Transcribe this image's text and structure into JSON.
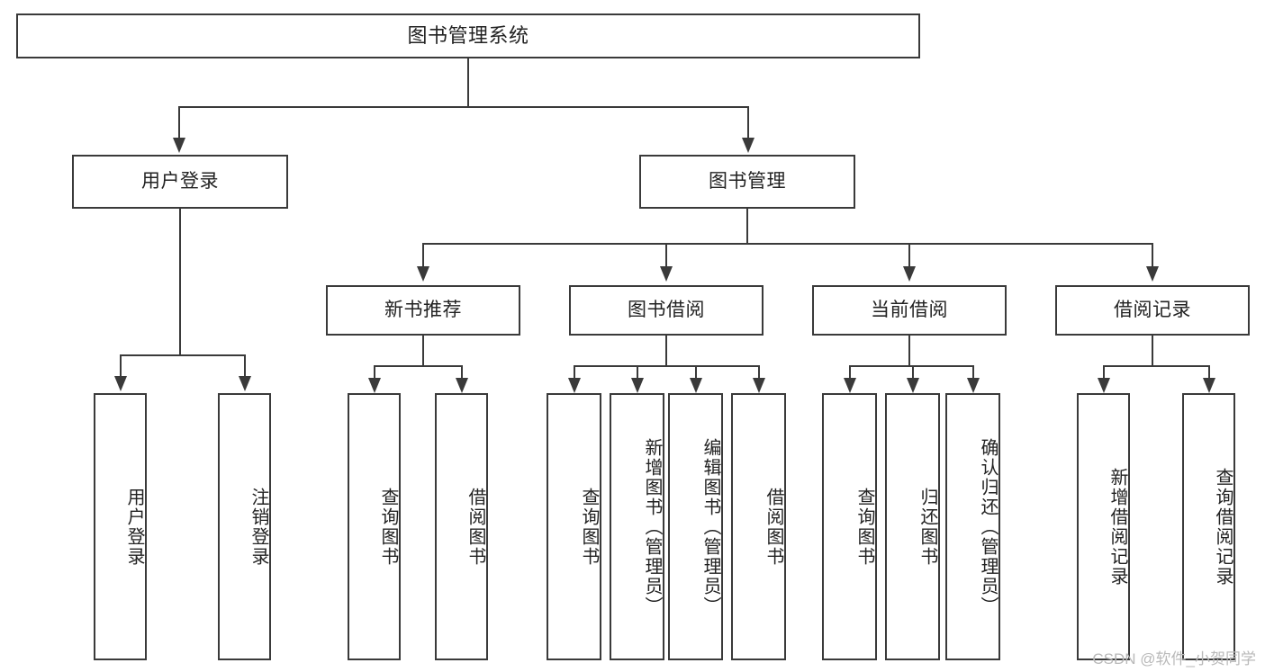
{
  "diagram": {
    "title": "图书管理系统",
    "type": "tree-hierarchy-chart",
    "watermark": "CSDN @软件_小贺同学",
    "colors": {
      "box_border": "#3a3a3a",
      "box_fill": "#ffffff",
      "connector": "#3a3a3a",
      "text": "#222222",
      "watermark": "#b9b9b9",
      "background": "#ffffff"
    },
    "levels": {
      "root": {
        "label": "图书管理系统"
      },
      "level2": [
        {
          "label": "用户登录"
        },
        {
          "label": "图书管理"
        }
      ],
      "level3": [
        {
          "label": "新书推荐"
        },
        {
          "label": "图书借阅"
        },
        {
          "label": "当前借阅"
        },
        {
          "label": "借阅记录"
        }
      ],
      "leaves_user_login": [
        {
          "label": "用户登录"
        },
        {
          "label": "注销登录"
        }
      ],
      "leaves_new_book": [
        {
          "label": "查询图书"
        },
        {
          "label": "借阅图书"
        }
      ],
      "leaves_borrow": [
        {
          "label": "查询图书"
        },
        {
          "label": "新增图书（管理员）"
        },
        {
          "label": "编辑图书（管理员）"
        },
        {
          "label": "借阅图书"
        }
      ],
      "leaves_current": [
        {
          "label": "查询图书"
        },
        {
          "label": "归还图书"
        },
        {
          "label": "确认归还（管理员）"
        }
      ],
      "leaves_record": [
        {
          "label": "新增借阅记录"
        },
        {
          "label": "查询借阅记录"
        }
      ]
    }
  }
}
